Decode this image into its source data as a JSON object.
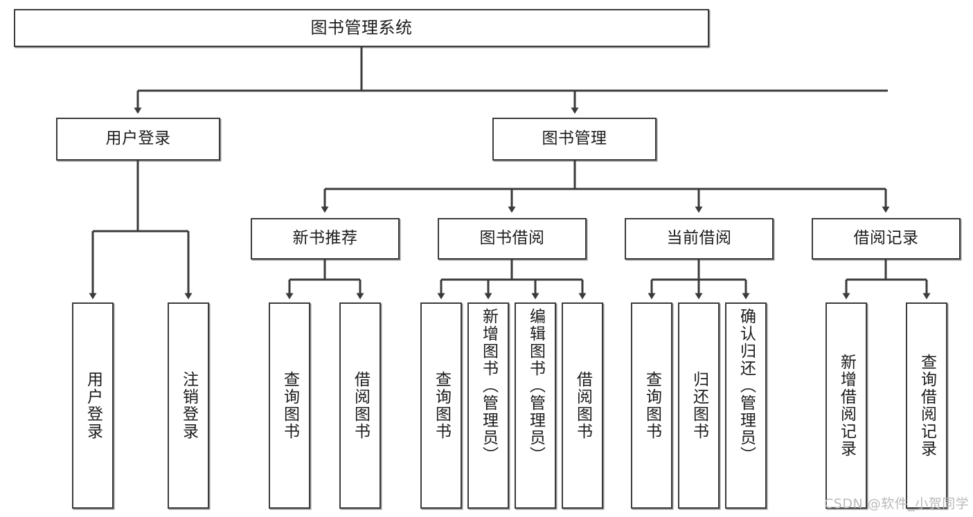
{
  "diagram": {
    "title": "图书管理系统",
    "type": "tree-structure-chart",
    "colors": {
      "box_border": "#3a3a3a",
      "box_fill": "#ffffff",
      "edge": "#3a3a3a",
      "text": "#1b1b1b",
      "watermark": "#b9b9b9",
      "background": "#ffffff"
    },
    "root": {
      "label": "图书管理系统"
    },
    "level2": [
      {
        "id": "user-login",
        "label": "用户登录"
      },
      {
        "id": "book-manage",
        "label": "图书管理"
      }
    ],
    "level3": [
      {
        "id": "new-book-recommend",
        "label": "新书推荐"
      },
      {
        "id": "book-borrow",
        "label": "图书借阅"
      },
      {
        "id": "current-borrow",
        "label": "当前借阅"
      },
      {
        "id": "borrow-record",
        "label": "借阅记录"
      }
    ],
    "leaves": {
      "user_login": [
        {
          "id": "leaf-user-login",
          "label": "用户登录"
        },
        {
          "id": "leaf-logout",
          "label": "注销登录"
        }
      ],
      "new_book_recommend": [
        {
          "id": "leaf-query-book-1",
          "label": "查询图书"
        },
        {
          "id": "leaf-borrow-book-1",
          "label": "借阅图书"
        }
      ],
      "book_borrow": [
        {
          "id": "leaf-query-book-2",
          "label": "查询图书"
        },
        {
          "id": "leaf-add-book",
          "label": "新增图书（管理员）"
        },
        {
          "id": "leaf-edit-book",
          "label": "编辑图书（管理员）"
        },
        {
          "id": "leaf-borrow-book-2",
          "label": "借阅图书"
        }
      ],
      "current_borrow": [
        {
          "id": "leaf-query-book-3",
          "label": "查询图书"
        },
        {
          "id": "leaf-return-book",
          "label": "归还图书"
        },
        {
          "id": "leaf-confirm-return",
          "label": "确认归还（管理员）"
        }
      ],
      "borrow_record": [
        {
          "id": "leaf-add-record",
          "label": "新增借阅记录"
        },
        {
          "id": "leaf-query-record",
          "label": "查询借阅记录"
        }
      ]
    },
    "watermark": "CSDN @软件_小贺同学"
  }
}
